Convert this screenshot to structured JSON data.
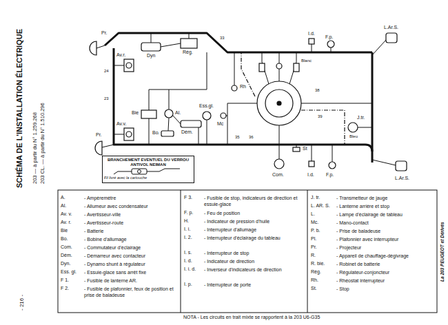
{
  "diagram": {
    "title": "SCHÉMA DE L'INSTALLATION ÉLECTRIQUE",
    "nodes": [
      {
        "text": [
          "BRANCHEMENT EVENTUEL DU VERROU ANTIVOL NEIMAN",
          "Fil livré avec la cartouche"
        ]
      }
    ],
    "labels": [
      "203 — à partir du N° 1.259.268",
      "203 CL. — à partir du N° 1.510.296",
      "- 216 -",
      "La 203 PEUGEOT et Dérivés",
      "Pr.",
      "Av.r.",
      "Dyn",
      "Rég.",
      "Bie",
      "Al.",
      "Bo.",
      "Dém.",
      "Ess.gl.",
      "Mc",
      "Av.v.",
      "Pr.",
      "I.d.",
      "F.p.",
      "L.Ar.S.",
      "I.d.",
      "F.p.",
      "L.Ar.S.",
      "J.tr.",
      "Com.",
      "St",
      "Rh",
      "24",
      "23",
      "33",
      "35",
      "36",
      "38",
      "39",
      "Blanc",
      "Bleu",
      "A.",
      "- Ampèremètre",
      "Al.",
      "- Allumeur avec condensateur",
      "Av. v.",
      "- Avertisseur-ville",
      "Av. r.",
      "- Avertisseur-route",
      "Bie",
      "- Batterie",
      "Bo.",
      "- Bobine d'allumage",
      "Com.",
      "- Commutateur d'éclairage",
      "Dém.",
      "- Démarreur avec contacteur",
      "Dyn.",
      "- Dynamo shunt à régulateur",
      "Ess. gl.",
      "- Essuie-glace sans arrêt fixe",
      "F 1.",
      "- Fusible de lanterne AR.",
      "F 2.",
      "- Fusible de plafonnier, feux de position et prise de baladeuse",
      "F 3.",
      "- Fusible de stop, indicateurs de direction et essuie-glace",
      "F. p.",
      "- Feu de position",
      "H.",
      "- Indicateur de pression d'huile",
      "I. i.",
      "- Interrupteur d'allumage",
      "I. 2.",
      "- Interrupteur d'éclairage du tableau",
      "I. s.",
      "- Interrupteur de stop",
      "I. d.",
      "- Indicateur de direction",
      "I. i. d.",
      "- Inverseur d'indicateurs de direction",
      "I. p.",
      "- Interrupteur de porte",
      "J. tr.",
      "- Transmetteur de jauge",
      "L. AR. S.",
      "- Lanterne arrière et stop",
      "L.",
      "- Lampe d'éclairage de tableau",
      "Mc.",
      "- Mano-contact",
      "P. b.",
      "- Prise de baladeuse",
      "Pl.",
      "- Plafonnier avec interrupteur",
      "Pr.",
      "- Projecteur",
      "R.",
      "- Appareil de chauffage-dégivrage",
      "R. bie.",
      "- Robinet de batterie",
      "Rég.",
      "- Régulateur-conjoncteur",
      "Rh.",
      "- Rhéostat interrupteur",
      "St.",
      "- Stop",
      "NOTA - Les circuits en trait mixte se rapportent à la 203 U6-G35"
    ]
  }
}
